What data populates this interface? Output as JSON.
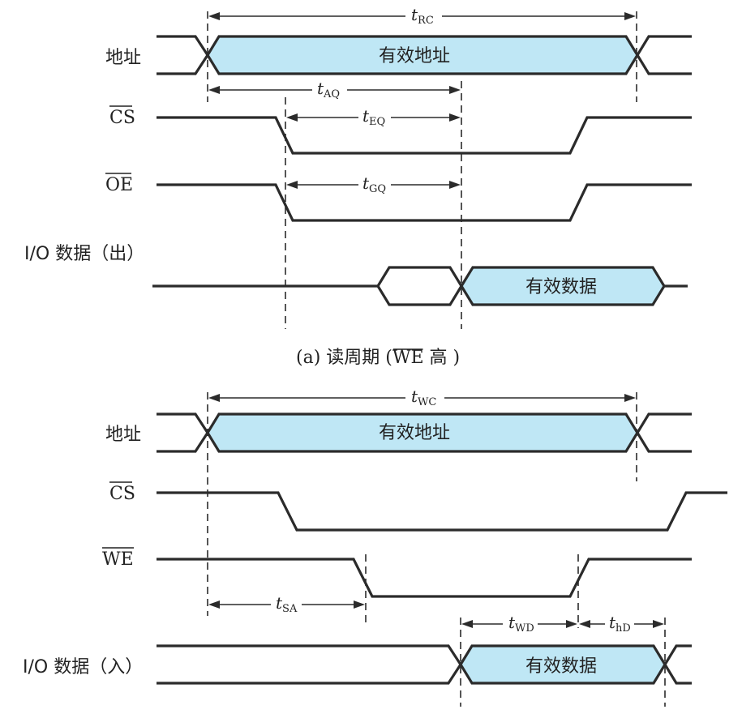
{
  "read_cycle": {
    "caption": "(a) 读周期 (WE 高 )",
    "caption_parts": {
      "prefix": "(a) 读周期 (",
      "we": "WE",
      "suffix": " 高 )"
    },
    "signals": {
      "address": "地址",
      "cs": "CS",
      "oe": "OE",
      "io": "I/O 数据（出）"
    },
    "boxes": {
      "address": "有效地址",
      "data": "有效数据"
    },
    "timings": {
      "t_rc": {
        "t": "t",
        "sub": "RC"
      },
      "t_aq": {
        "t": "t",
        "sub": "AQ"
      },
      "t_eq": {
        "t": "t",
        "sub": "EQ"
      },
      "t_gq": {
        "t": "t",
        "sub": "GQ"
      }
    }
  },
  "write_cycle": {
    "signals": {
      "address": "地址",
      "cs": "CS",
      "we": "WE",
      "io": "I/O 数据（入）"
    },
    "boxes": {
      "address": "有效地址",
      "data": "有效数据"
    },
    "timings": {
      "t_wc": {
        "t": "t",
        "sub": "WC"
      },
      "t_sa": {
        "t": "t",
        "sub": "SA"
      },
      "t_wd": {
        "t": "t",
        "sub": "WD"
      },
      "t_hd": {
        "t": "t",
        "sub": "hD"
      }
    }
  },
  "colors": {
    "valid_fill": "#bfe7f5",
    "line": "#2b2b2b"
  }
}
